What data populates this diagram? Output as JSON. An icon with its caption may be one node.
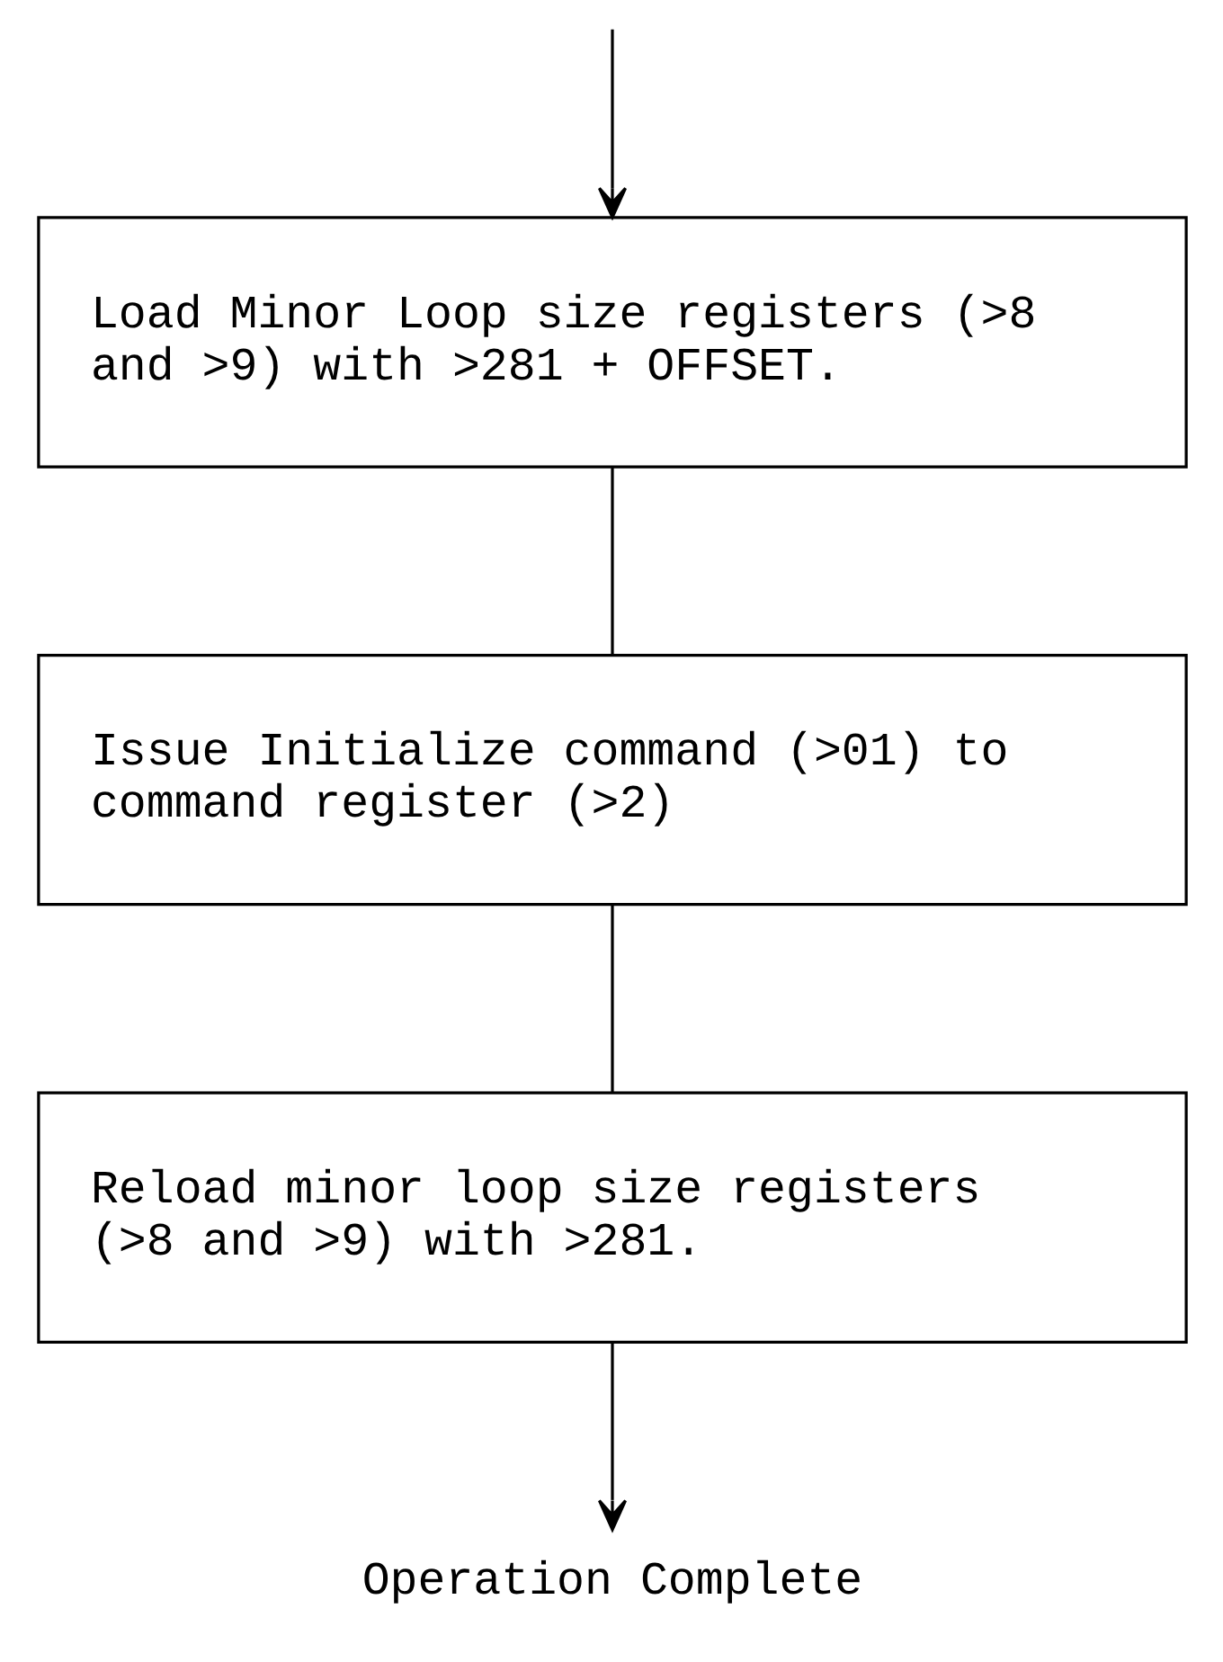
{
  "diagram": {
    "nodes": [
      {
        "text": [
          "Load Minor Loop size registers (>8 and >9) with >281 + OFFSET."
        ]
      },
      {
        "text": [
          "Issue Initialize command (>01) to command register (>2)"
        ]
      },
      {
        "text": [
          "Reload minor loop size registers (>8 and >9) with >281."
        ]
      },
      {
        "text": [
          "Operation Complete"
        ]
      }
    ],
    "edges": [
      {
        "from": null,
        "to": 0,
        "arrow": "to"
      },
      {
        "from": 0,
        "to": 1,
        "arrow": "none"
      },
      {
        "from": 1,
        "to": 2,
        "arrow": "none"
      },
      {
        "from": 2,
        "to": 3,
        "arrow": "to"
      }
    ]
  }
}
